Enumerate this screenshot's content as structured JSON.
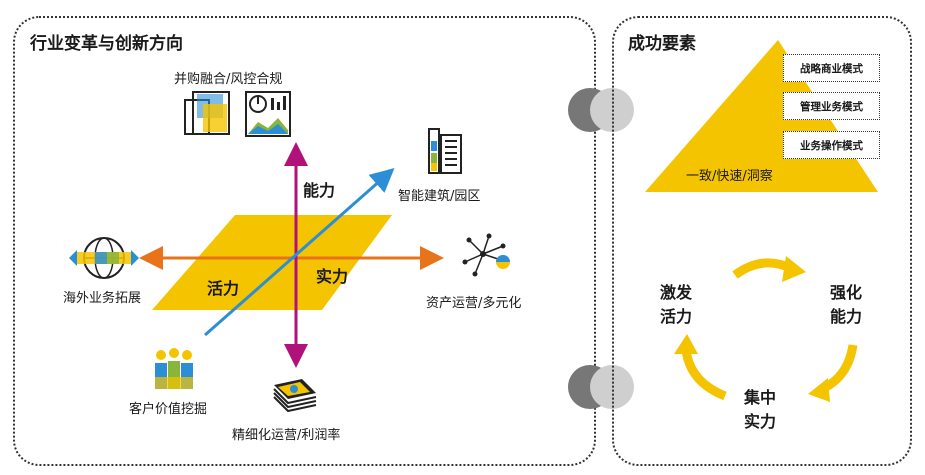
{
  "left": {
    "title": "行业变革与创新方向",
    "axis_up": "能力",
    "axis_left": "活力",
    "axis_right": "实力",
    "labels": {
      "top": "并购融合/风控合规",
      "upper_right": "智能建筑/园区",
      "right": "资产运营/多元化",
      "bottom": "精细化运营/利润率",
      "lower_left": "客户价值挖掘",
      "left": "海外业务拓展"
    }
  },
  "right": {
    "title": "成功要素",
    "tiers": [
      "战略商业模式",
      "管理业务模式",
      "业务操作模式"
    ],
    "pyramid_base": "一致/快速/洞察",
    "cycle": {
      "stimulate": [
        "激发",
        "活力"
      ],
      "strengthen": [
        "强化",
        "能力"
      ],
      "concentrate": [
        "集中",
        "实力"
      ]
    }
  },
  "colors": {
    "yellow": "#f5c400",
    "magenta": "#b0127a",
    "blue": "#2c8fd6",
    "orange": "#e8731a",
    "green": "#8ab53b"
  }
}
